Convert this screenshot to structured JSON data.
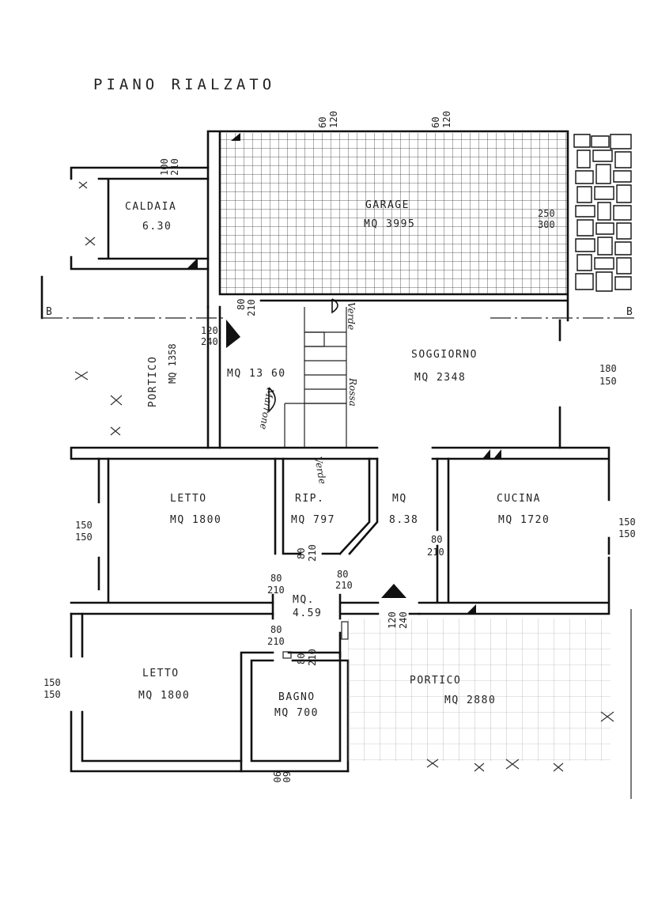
{
  "title": "PIANO RIALZATO",
  "section_marks": {
    "left": "B",
    "right": "B"
  },
  "rooms": {
    "caldaia": {
      "name": "CALDAIA",
      "area": "6.30"
    },
    "garage": {
      "name": "GARAGE",
      "area": "MQ 3995"
    },
    "portico_left": {
      "name": "PORTICO",
      "area": "MQ 1358"
    },
    "entrance": {
      "area": "MQ 13 60"
    },
    "soggiorno": {
      "name": "SOGGIORNO",
      "area": "MQ 2348"
    },
    "letto_1": {
      "name": "LETTO",
      "area": "MQ 1800"
    },
    "rip": {
      "name": "RIP.",
      "area": "MQ 797"
    },
    "hall": {
      "name": "MQ",
      "area": "8.38"
    },
    "cucina": {
      "name": "CUCINA",
      "area": "MQ 1720"
    },
    "disimpegno": {
      "name": "MQ.",
      "area": "4.59"
    },
    "letto_2": {
      "name": "LETTO",
      "area": "MQ 1800"
    },
    "bagno": {
      "name": "BAGNO",
      "area": "MQ 700"
    },
    "portico_right": {
      "name": "PORTICO",
      "area": "MQ 2880"
    }
  },
  "dims": {
    "garage_top_1": {
      "a": "60",
      "b": "120"
    },
    "garage_top_2": {
      "a": "60",
      "b": "120"
    },
    "caldaia_top": {
      "a": "100",
      "b": "210"
    },
    "garage_right": {
      "a": "250",
      "b": "300"
    },
    "garage_door": {
      "a": "80",
      "b": "210"
    },
    "entry_door": {
      "a": "120",
      "b": "240"
    },
    "soggiorno_win": {
      "a": "180",
      "b": "150"
    },
    "letto1_win": {
      "a": "150",
      "b": "150"
    },
    "cucina_win": {
      "a": "150",
      "b": "150"
    },
    "cucina_door": {
      "a": "80",
      "b": "210"
    },
    "rip_door": {
      "a": "80",
      "b": "210"
    },
    "letto1_door": {
      "a": "80",
      "b": "210"
    },
    "hall_door": {
      "a": "80",
      "b": "210"
    },
    "portico_door": {
      "a": "120",
      "b": "240"
    },
    "letto2_door": {
      "a": "80",
      "b": "210"
    },
    "bagno_door": {
      "a": "80",
      "b": "210"
    },
    "letto2_win": {
      "a": "150",
      "b": "150"
    },
    "bagno_bottom": {
      "a": "60",
      "b": "90"
    }
  },
  "annotations": {
    "verde_1": "Verde",
    "rossa": "Rossa",
    "marrone": "Marrone",
    "verde_2": "Verde"
  }
}
